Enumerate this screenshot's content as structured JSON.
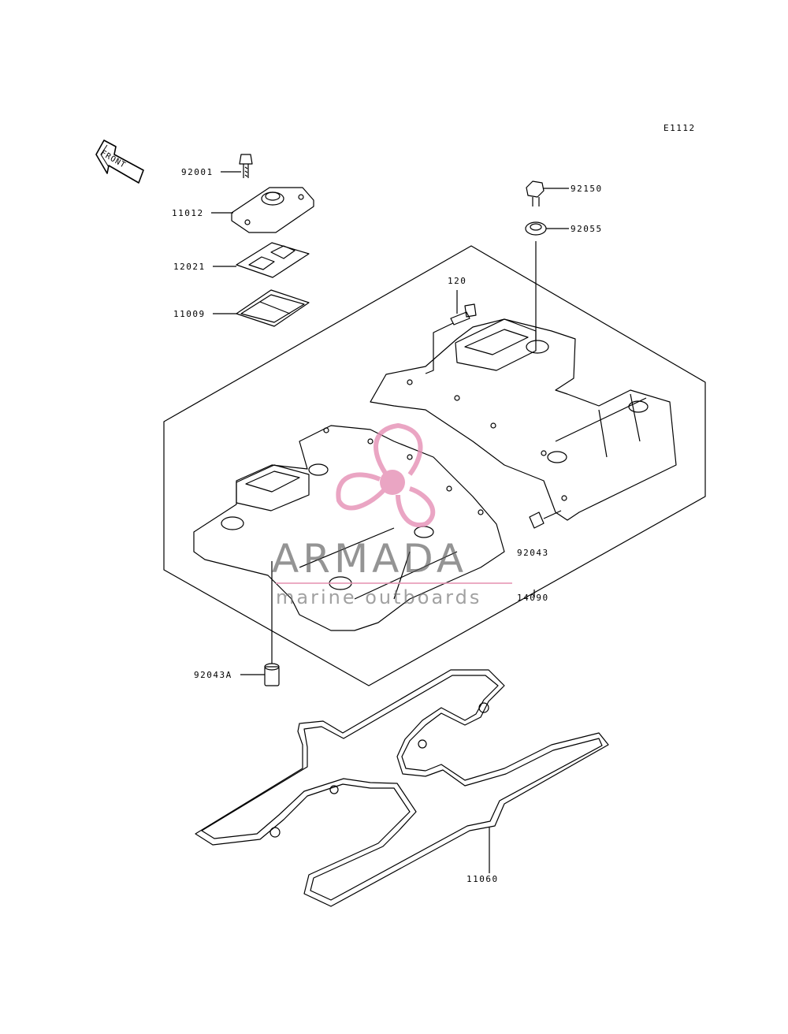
{
  "diagram": {
    "figure_code": "E1112",
    "front_label": "FRONT",
    "part_labels": {
      "p92001": "92001",
      "p11012": "11012",
      "p12021": "12021",
      "p11009": "11009",
      "p120": "120",
      "p92150": "92150",
      "p92055": "92055",
      "p92043": "92043",
      "p14090": "14090",
      "p92043A": "92043A",
      "p11060": "11060"
    }
  },
  "watermark": {
    "brand": "ARMADA",
    "tagline": "marine outboards",
    "accent_color": "#e58fb5",
    "text_color": "#5a5a5a"
  }
}
